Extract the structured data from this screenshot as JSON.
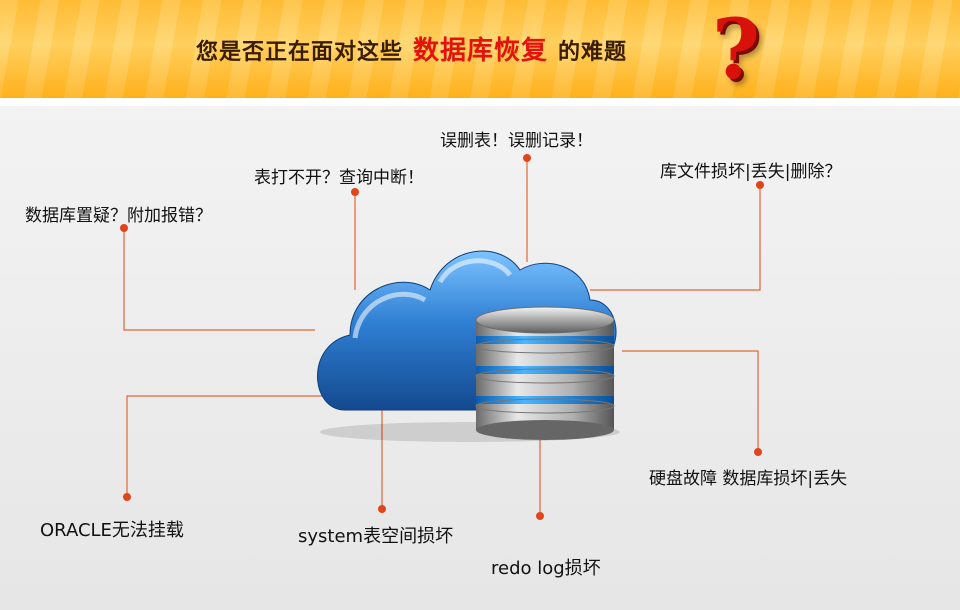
{
  "banner": {
    "prefix": "您是否正在面对这些",
    "highlight": "数据库恢复",
    "suffix": "的难题",
    "question_mark": "?"
  },
  "callouts": {
    "suspect": "数据库置疑？附加报错？",
    "table_open": "表打不开？查询中断！",
    "delete": "误删表！误删记录！",
    "file_damage": "库文件损坏|丢失|删除？",
    "oracle": "ORACLE无法挂载",
    "system_tablespace": "system表空间损坏",
    "redo_log": "redo log损坏",
    "disk_failure": "硬盘故障 数据库损坏|丢失"
  },
  "colors": {
    "banner": "#ffc23a",
    "highlight": "#e3120b",
    "line": "#e0663a",
    "dot": "#e0451b",
    "cloud": "#2f7fd3",
    "disk_blue": "#1e8ee8"
  },
  "icons": {
    "hero": "cloud-database-icon"
  }
}
